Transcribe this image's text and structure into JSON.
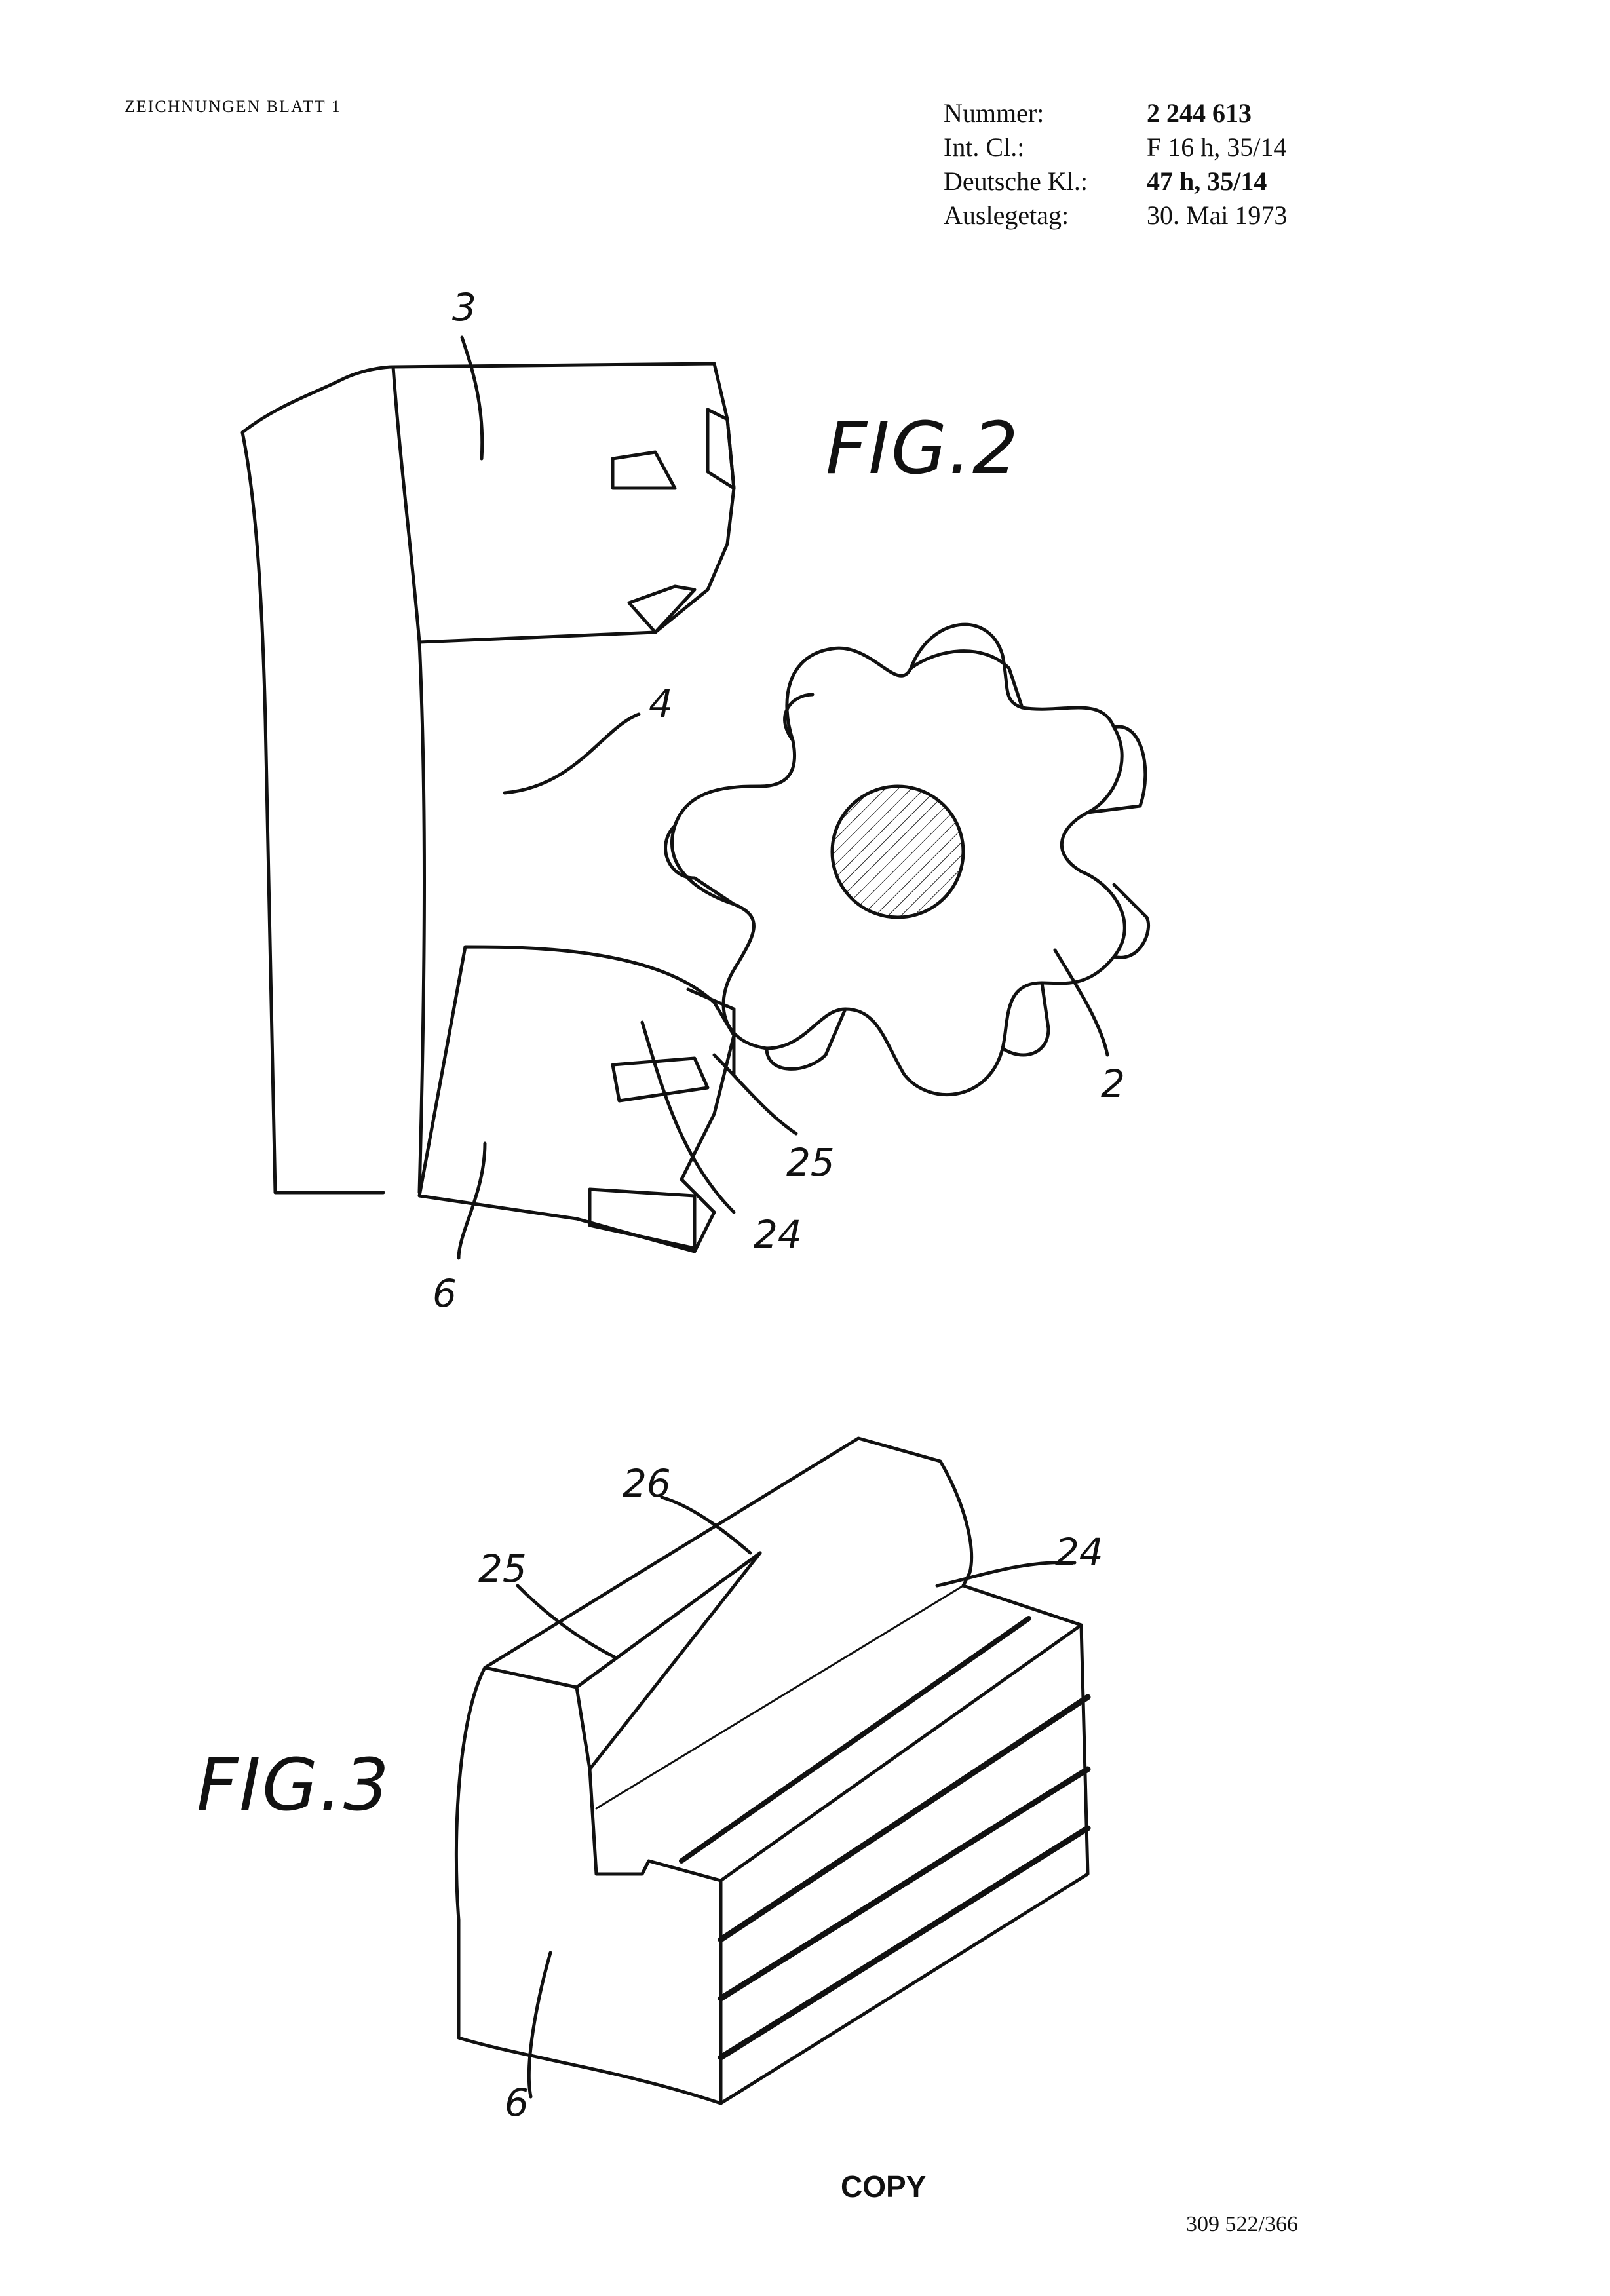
{
  "header": {
    "sheet_label": "ZEICHNUNGEN BLATT 1",
    "fields": [
      {
        "label": "Nummer:",
        "value": "2 244 613"
      },
      {
        "label": "Int. Cl.:",
        "value": "F 16 h, 35/14"
      },
      {
        "label": "Deutsche Kl.:",
        "value": "47 h, 35/14"
      },
      {
        "label": "Auslegetag:",
        "value": "30. Mai 1973"
      }
    ]
  },
  "figures": {
    "fig2": {
      "label": "FIG.2",
      "refs": {
        "r3": "3",
        "r4": "4",
        "r2": "2",
        "r25": "25",
        "r24": "24",
        "r6": "6"
      }
    },
    "fig3": {
      "label": "FIG.3",
      "refs": {
        "r26": "26",
        "r25": "25",
        "r24": "24",
        "r6": "6"
      }
    }
  },
  "footer": {
    "copy_mark": "COPY",
    "document_code": "309 522/366"
  }
}
